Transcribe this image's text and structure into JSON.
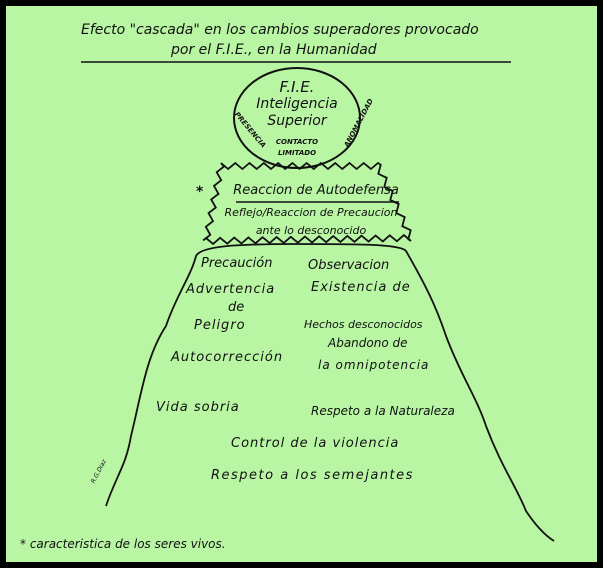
{
  "title": {
    "line1": "Efecto \"cascada\" en los cambios superadores provocado",
    "line2": "por el F.I.E., en la Humanidad"
  },
  "ellipse": {
    "line1": "F.I.E.",
    "line2": "Inteligencia",
    "line3": "Superior",
    "left_arc": "PRESENCIA",
    "right_arc": "ANOMALIDAD",
    "bottom1": "CONTACTO",
    "bottom2": "LIMITADO"
  },
  "reaction_box": {
    "asterisk": "*",
    "heading": "Reaccion de Autodefensa",
    "line1": "Reflejo/Reaccion de Precaucion",
    "line2": "ante lo desconocido"
  },
  "pyramid": {
    "left": [
      "Precaución",
      "Advertencia",
      "de",
      "Peligro",
      "Autocorrección",
      "Vida sobria"
    ],
    "right": [
      "Observacion",
      "Existencia de",
      "Hechos desconocidos",
      "Abandono de",
      "la omnipotencia",
      "Respeto a la Naturaleza"
    ],
    "center": [
      "Control de la violencia",
      "Respeto a los semejantes"
    ],
    "signature": "R.G.Diaz"
  },
  "footnote": "* caracteristica de los seres vivos."
}
